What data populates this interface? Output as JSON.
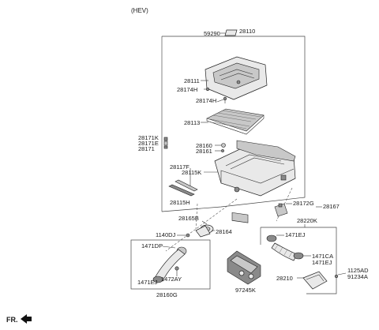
{
  "header": "(HEV)",
  "footer_label": "FR.",
  "labels": {
    "l59290": "59290",
    "l28110": "28110",
    "l28111": "28111",
    "l28174H_a": "28174H",
    "l28174H_b": "28174H",
    "l28113": "28113",
    "l28171K": "28171K",
    "l28171E": "28171E",
    "l28171": "28171",
    "l28160": "28160",
    "l28161": "28161",
    "l28117F": "28117F",
    "l28115K": "28115K",
    "l28115H": "28115H",
    "l28172G": "28172G",
    "l28167": "28167",
    "l28165B": "28165B",
    "l28220K": "28220K",
    "l1140DJ": "1140DJ",
    "l28164": "28164",
    "l1471EJ_a": "1471EJ",
    "l1471DP": "1471DP",
    "l1471CA": "1471CA",
    "l1471EJ_b": "1471EJ",
    "l1125AD": "1125AD",
    "l91234A": "91234A",
    "l28210": "28210",
    "l1471EJ_c": "1471EJ",
    "l1472AY": "1472AY",
    "l97245K": "97245K",
    "l28160G": "28160G"
  }
}
